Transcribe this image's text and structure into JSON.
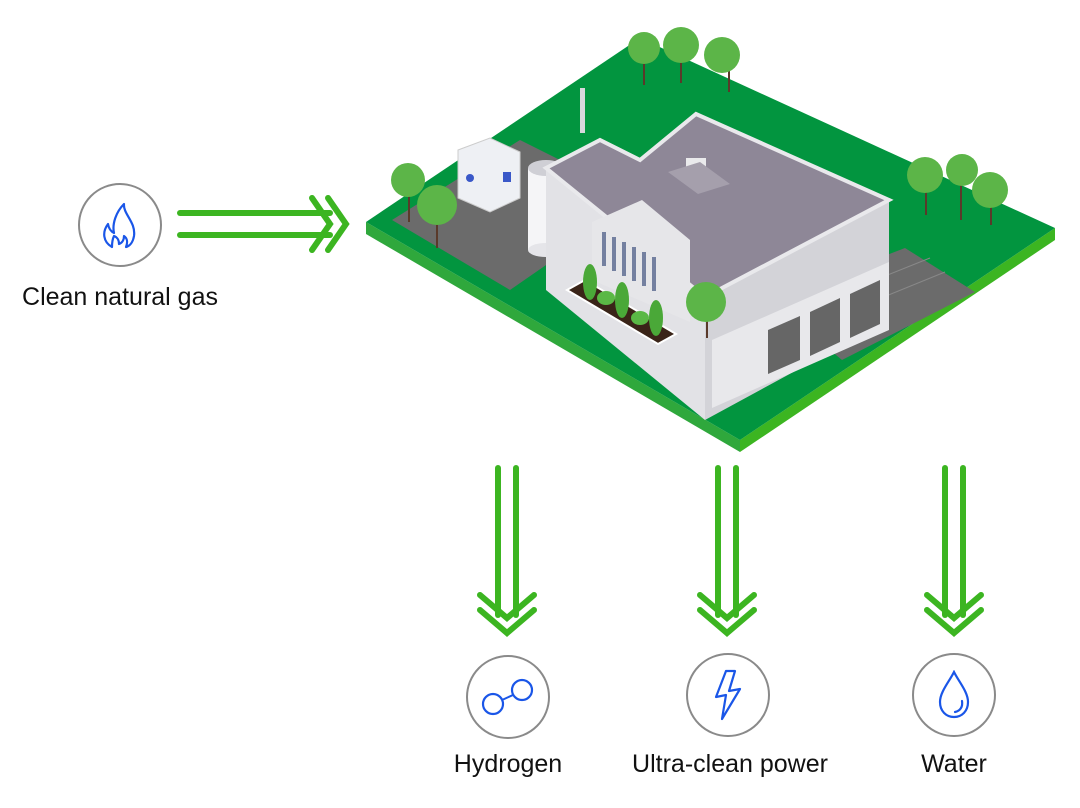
{
  "input": {
    "label": "Clean natural gas",
    "icon": "flame-icon"
  },
  "outputs": [
    {
      "label": "Hydrogen",
      "icon": "molecule-icon"
    },
    {
      "label": "Ultra-clean power",
      "icon": "lightning-bolt-icon"
    },
    {
      "label": "Water",
      "icon": "water-drop-icon"
    }
  ],
  "colors": {
    "arrow": "#3cb521",
    "icon": "#1a56e8",
    "ground": "#02953f",
    "circle_border": "#8a8a8a",
    "roof": "#8e8797",
    "pavement": "#6b6b6b"
  }
}
